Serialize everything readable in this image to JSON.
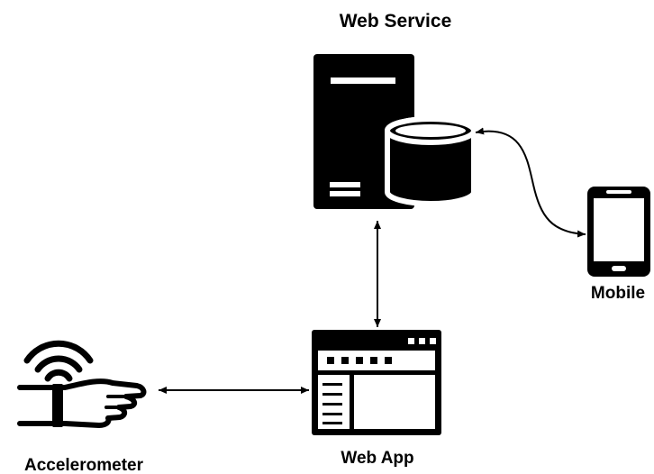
{
  "labels": {
    "web_service": "Web Service",
    "mobile": "Mobile",
    "web_app": "Web App",
    "accelerometer": "Accelerometer"
  },
  "colors": {
    "ink": "#000000",
    "background": "#ffffff"
  },
  "icons": {
    "server": "server-icon",
    "database": "database-icon",
    "mobile": "mobile-phone-icon",
    "web_app": "browser-window-icon",
    "accelerometer": "wrist-accelerometer-icon"
  }
}
